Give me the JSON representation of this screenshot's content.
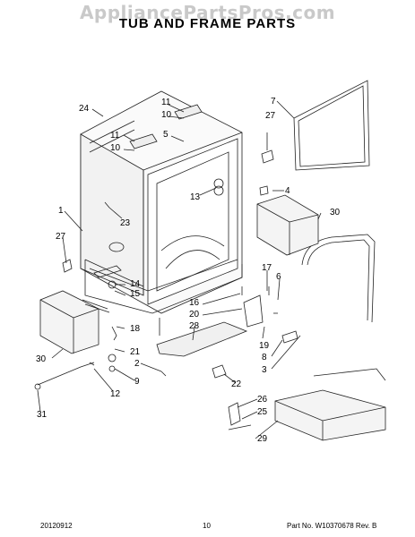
{
  "watermark": "AppliancePartsPros.com",
  "title": "TUB AND FRAME PARTS",
  "callouts": [
    "24",
    "11",
    "10",
    "11",
    "10",
    "5",
    "7",
    "27",
    "4",
    "13",
    "30",
    "1",
    "23",
    "27",
    "17",
    "6",
    "14",
    "15",
    "16",
    "20",
    "28",
    "18",
    "21",
    "19",
    "30",
    "2",
    "9",
    "8",
    "3",
    "12",
    "22",
    "26",
    "25",
    "31",
    "29"
  ],
  "footer": {
    "date": "20120912",
    "page": "10",
    "part": "Part No. W10370678 Rev. B"
  }
}
